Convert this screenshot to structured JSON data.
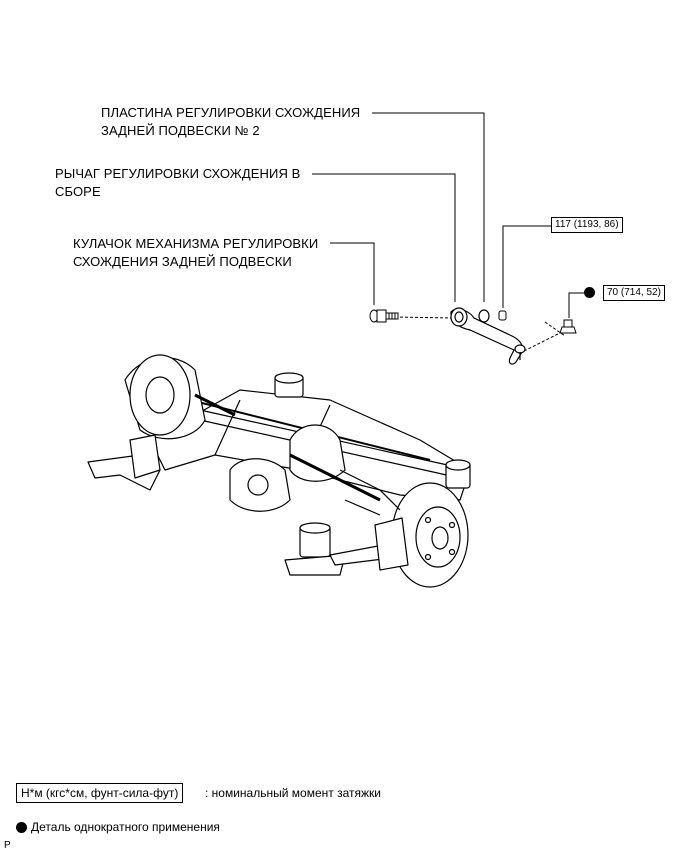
{
  "callouts": {
    "plate": [
      "ПЛАСТИНА РЕГУЛИРОВКИ СХОЖДЕНИЯ",
      "ЗАДНЕЙ ПОДВЕСКИ № 2"
    ],
    "arm": [
      "РЫЧАГ РЕГУЛИРОВКИ СХОЖДЕНИЯ В",
      "СБОРЕ"
    ],
    "cam": [
      "КУЛАЧОК МЕХАНИЗМА РЕГУЛИРОВКИ",
      "СХОЖДЕНИЯ ЗАДНЕЙ ПОДВЕСКИ"
    ]
  },
  "torque_specs": {
    "nut_arm": "117 (1193, 86)",
    "nut_ball": "70 (714, 52)"
  },
  "legend": {
    "torque_box": "Н*м (кгс*см, фунт-сила-фут)",
    "torque_desc": ": номинальный момент затяжки",
    "single_use": "Деталь однократного применения"
  },
  "corner_mark": "P",
  "colors": {
    "line": "#000000",
    "background": "#ffffff"
  }
}
